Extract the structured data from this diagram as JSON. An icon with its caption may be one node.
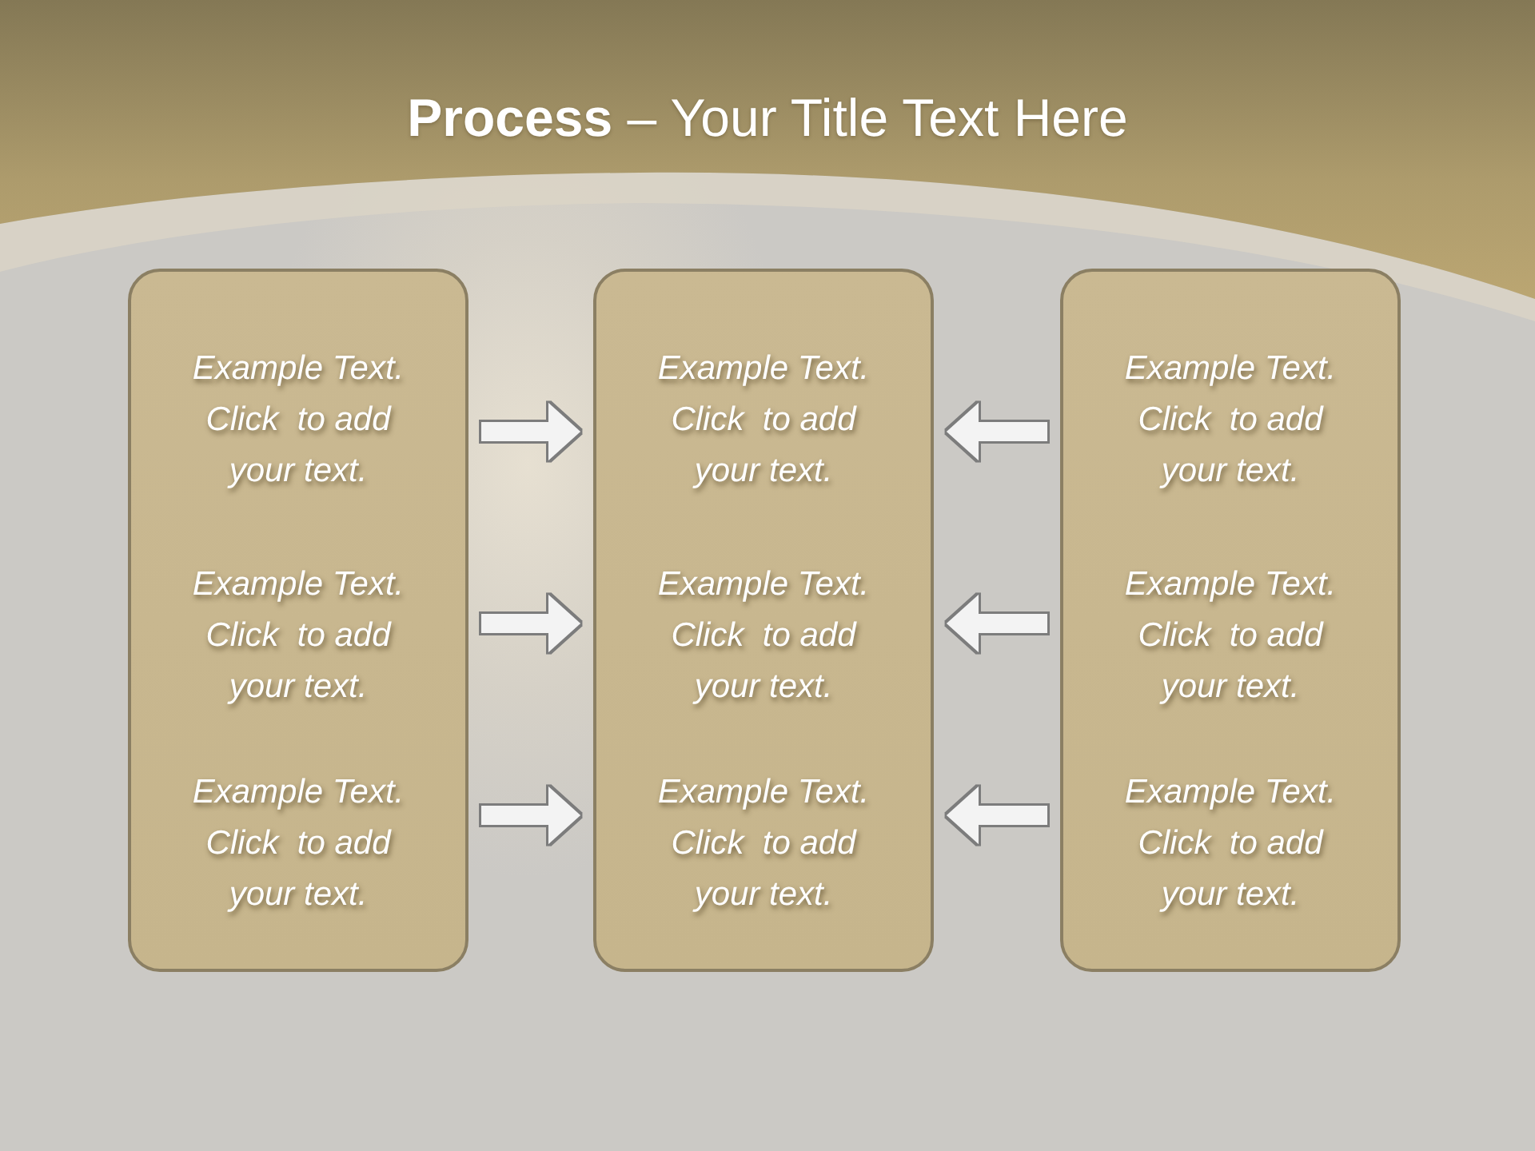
{
  "diagram": {
    "title": "**Process** – Your Title Text Here",
    "nodes": [
      {
        "text": [],
        "shape": "box"
      },
      {
        "text": [
          "Example Text. Click  to add your text."
        ],
        "in": 0
      },
      {
        "text": [
          "Example Text. Click  to add your text."
        ],
        "in": 0
      },
      {
        "text": [
          "Example Text. Click  to add your text."
        ],
        "in": 0
      },
      {
        "text": [],
        "shape": "box"
      },
      {
        "text": [
          "Example Text. Click  to add your text."
        ],
        "in": 4
      },
      {
        "text": [
          "Example Text. Click  to add your text."
        ],
        "in": 4
      },
      {
        "text": [
          "Example Text. Click  to add your text."
        ],
        "in": 4
      },
      {
        "text": [],
        "shape": "box"
      },
      {
        "text": [
          "Example Text. Click  to add your text."
        ],
        "in": 8
      },
      {
        "text": [
          "Example Text. Click  to add your text."
        ],
        "in": 8
      },
      {
        "text": [
          "Example Text. Click  to add your text."
        ],
        "in": 8
      }
    ],
    "edges": [
      {
        "from": 1,
        "to": 5,
        "arrow": "to"
      },
      {
        "from": 2,
        "to": 6,
        "arrow": "to"
      },
      {
        "from": 3,
        "to": 7,
        "arrow": "to"
      },
      {
        "from": 9,
        "to": 5,
        "arrow": "to"
      },
      {
        "from": 10,
        "to": 6,
        "arrow": "to"
      },
      {
        "from": 11,
        "to": 7,
        "arrow": "to"
      }
    ]
  }
}
